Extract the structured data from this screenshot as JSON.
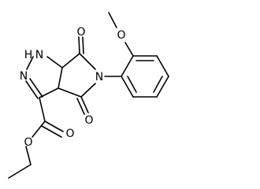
{
  "atoms": {
    "nh": "H",
    "n1": "N",
    "n2": "N",
    "n3": "N",
    "o_top": "O",
    "o_bottom": "O",
    "o_methoxy": "O",
    "o_ester_carbonyl": "O",
    "o_ester_ether": "O"
  },
  "colors": {
    "ink": "#000000",
    "background": "#ffffff"
  }
}
